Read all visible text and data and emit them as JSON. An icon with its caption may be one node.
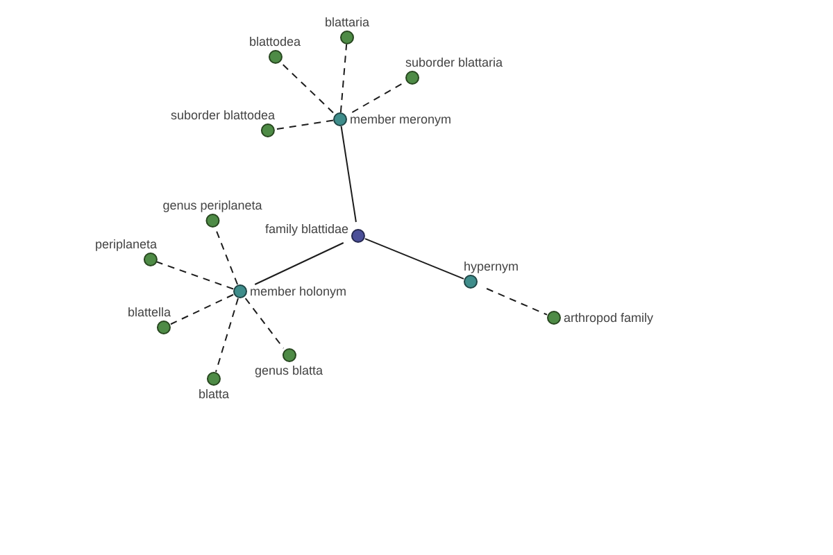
{
  "diagram": {
    "nodes": [
      {
        "text": [
          "family blattidae"
        ]
      },
      {
        "text": [
          "member meronym"
        ]
      },
      {
        "text": [
          "blattaria"
        ]
      },
      {
        "text": [
          "blattodea"
        ]
      },
      {
        "text": [
          "suborder blattaria"
        ]
      },
      {
        "text": [
          "suborder blattodea"
        ]
      },
      {
        "text": [
          "member holonym"
        ]
      },
      {
        "text": [
          "genus periplaneta"
        ]
      },
      {
        "text": [
          "periplaneta"
        ]
      },
      {
        "text": [
          "blattella"
        ]
      },
      {
        "text": [
          "blatta"
        ]
      },
      {
        "text": [
          "genus blatta"
        ]
      },
      {
        "text": [
          "hypernym"
        ]
      },
      {
        "text": [
          "arthropod family"
        ]
      }
    ],
    "edges": [
      {
        "from": 0,
        "to": 1,
        "arrow": "none"
      },
      {
        "from": 0,
        "to": 6,
        "arrow": "none"
      },
      {
        "from": 0,
        "to": 12,
        "arrow": "none"
      },
      {
        "from": 1,
        "to": 2,
        "arrow": "none",
        "style": "dashed"
      },
      {
        "from": 1,
        "to": 3,
        "arrow": "none",
        "style": "dashed"
      },
      {
        "from": 1,
        "to": 4,
        "arrow": "none",
        "style": "dashed"
      },
      {
        "from": 1,
        "to": 5,
        "arrow": "none",
        "style": "dashed"
      },
      {
        "from": 6,
        "to": 7,
        "arrow": "none",
        "style": "dashed"
      },
      {
        "from": 6,
        "to": 8,
        "arrow": "none",
        "style": "dashed"
      },
      {
        "from": 6,
        "to": 9,
        "arrow": "none",
        "style": "dashed"
      },
      {
        "from": 6,
        "to": 10,
        "arrow": "none",
        "style": "dashed"
      },
      {
        "from": 6,
        "to": 11,
        "arrow": "none",
        "style": "dashed"
      },
      {
        "from": 12,
        "to": 13,
        "arrow": "none",
        "style": "dashed"
      }
    ]
  }
}
